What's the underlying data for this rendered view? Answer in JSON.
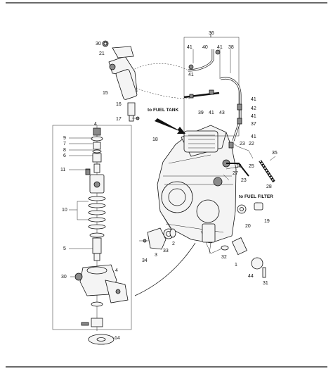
{
  "callouts": {
    "n30a": "30",
    "n21": "21",
    "n36": "36",
    "n40": "40",
    "n41a": "41",
    "n41b": "41",
    "n38": "38",
    "n41c": "41",
    "n15": "15",
    "n16": "16",
    "n17": "17",
    "n39": "39",
    "n41d": "41",
    "n43": "43",
    "n41e": "41",
    "n42": "42",
    "n41f": "41",
    "n37": "37",
    "n41g": "41",
    "n4a": "4",
    "n9": "9",
    "n7": "7",
    "n8": "8",
    "n6": "6",
    "n11": "11",
    "n18": "18",
    "n23a": "23",
    "n22": "22",
    "n35": "35",
    "n26": "26",
    "n25": "25",
    "n27": "27",
    "n23b": "23",
    "n28": "28",
    "n10": "10",
    "n20": "20",
    "n19": "19",
    "n5": "5",
    "n34": "34",
    "n3": "3",
    "n33": "33",
    "n2": "2",
    "n32": "32",
    "n1": "1",
    "n44": "44",
    "n31": "31",
    "n30b": "30",
    "n4b": "4",
    "n14": "14"
  },
  "notes": {
    "fuel_tank": "to FUEL TANK",
    "fuel_filter": "to FUEL FILTER"
  }
}
